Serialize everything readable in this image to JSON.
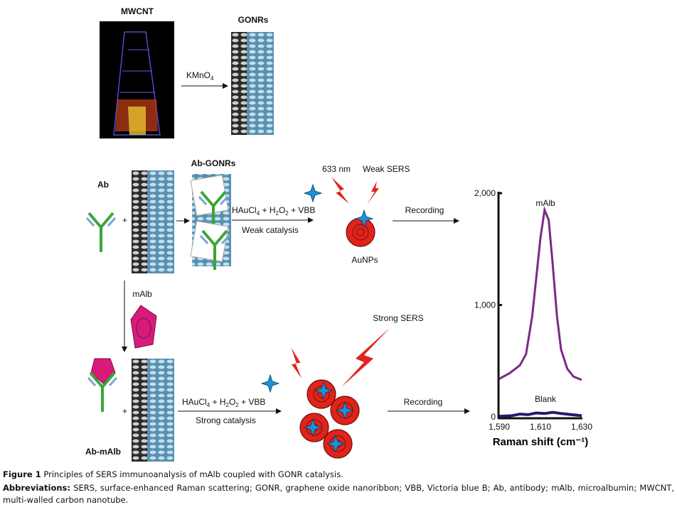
{
  "labels": {
    "mwcnt": "MWCNT",
    "gonrs": "GONRs",
    "kmno4": "KMnO",
    "kmno4_sub": "4",
    "ab": "Ab",
    "plus": "+",
    "ab_gonrs": "Ab-GONRs",
    "reagents_a": "HAuCl",
    "reagents_a_sub": "4",
    "reagents_b": " + H",
    "reagents_b_sub": "2",
    "reagents_c": "O",
    "reagents_c_sub": "2",
    "reagents_d": " + VBB",
    "weak_catalysis": "Weak catalysis",
    "strong_catalysis": "Strong catalysis",
    "laser": "633 nm",
    "weak_sers": "Weak SERS",
    "strong_sers": "Strong SERS",
    "aunps": "AuNPs",
    "recording": "Recording",
    "malb": "mAlb",
    "ab_malb": "Ab-mAlb"
  },
  "colors": {
    "malb_line": "#7b2a86",
    "blank_line": "#241a6b",
    "aunp": "#e0231b",
    "star": "#1e90d8",
    "malb_shape": "#d81b7a",
    "antibody": "#3aa63a"
  },
  "chart_data": {
    "type": "line",
    "xlabel": "Raman shift (cm⁻¹)",
    "ylabel": "",
    "xlim": [
      1590,
      1630
    ],
    "ylim": [
      0,
      2000
    ],
    "xticks": [
      "1,590",
      "1,610",
      "1,630"
    ],
    "xtick_values": [
      1590,
      1610,
      1630
    ],
    "yticks": [
      "0",
      "1,000",
      "2,000"
    ],
    "ytick_values": [
      0,
      1000,
      2000
    ],
    "series": [
      {
        "name": "mAlb",
        "x": [
          1590,
          1595,
          1600,
          1603,
          1606,
          1608,
          1610,
          1612,
          1614,
          1616,
          1618,
          1620,
          1623,
          1626,
          1630
        ],
        "y": [
          340,
          390,
          460,
          560,
          900,
          1250,
          1600,
          1850,
          1760,
          1350,
          900,
          600,
          430,
          360,
          330
        ]
      },
      {
        "name": "Blank",
        "x": [
          1590,
          1596,
          1600,
          1604,
          1608,
          1612,
          1616,
          1620,
          1625,
          1630
        ],
        "y": [
          5,
          10,
          25,
          20,
          35,
          30,
          40,
          30,
          20,
          10
        ]
      }
    ]
  },
  "caption": {
    "figure_label": "Figure 1",
    "title": "Principles of SERS immunoanalysis of mAlb coupled with GONR catalysis.",
    "abbr_label": "Abbreviations:",
    "abbr_text": "SERS, surface-enhanced Raman scattering; GONR, graphene oxide nanoribbon; VBB, Victoria blue B; Ab, antibody; mAlb, microalbumin; MWCNT, multi-walled carbon nanotube."
  }
}
